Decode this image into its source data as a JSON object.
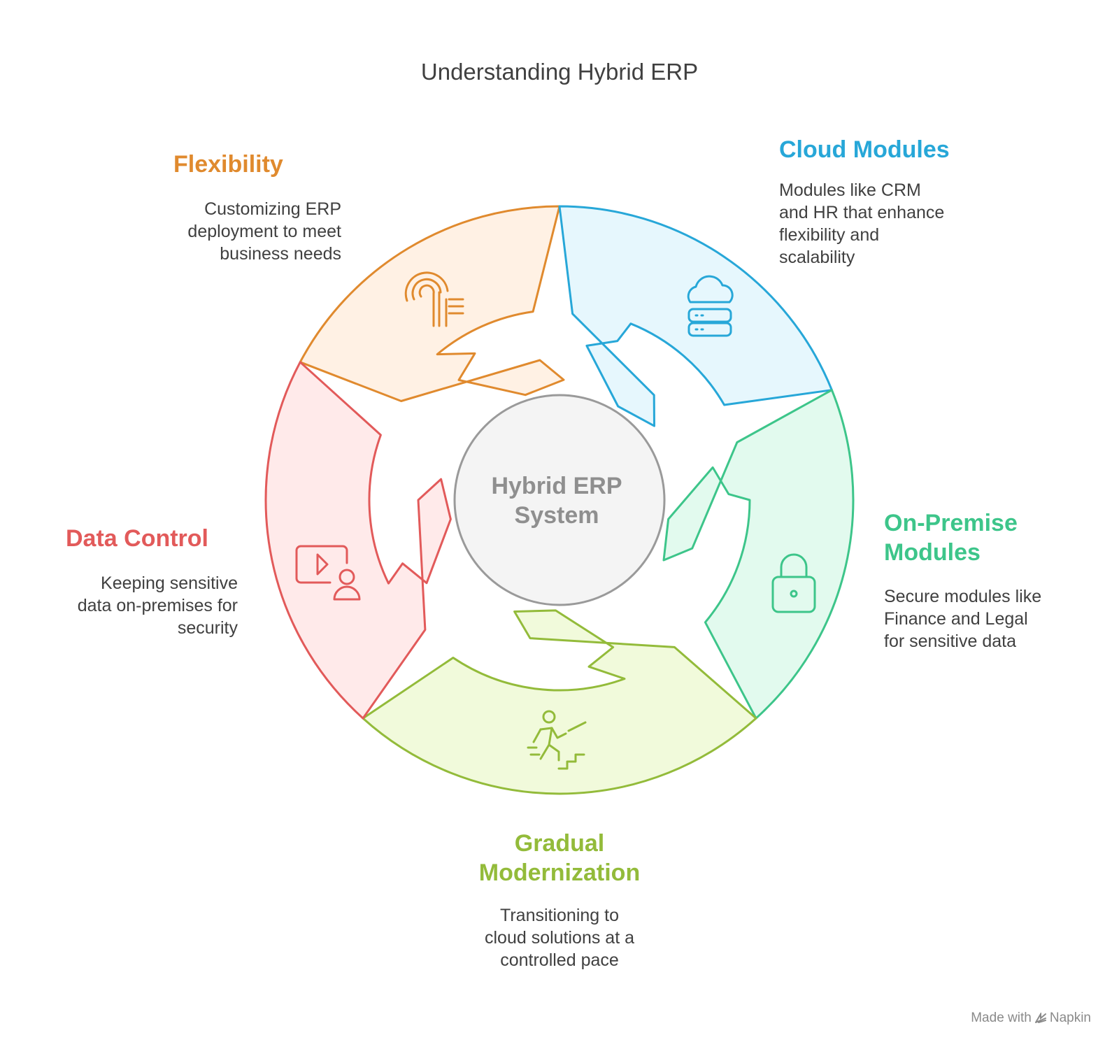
{
  "title": "Understanding Hybrid ERP",
  "center": {
    "line1": "Hybrid ERP",
    "line2": "System"
  },
  "segments": {
    "flexibility": {
      "title": "Flexibility",
      "desc": [
        "Customizing ERP",
        "deployment to meet",
        "business needs"
      ],
      "icon": "fingerprint-icon",
      "color": "#E08A2E",
      "fill": "#FFF1E4"
    },
    "cloud": {
      "title": "Cloud Modules",
      "desc": [
        "Modules like CRM",
        "and HR that enhance",
        "flexibility and",
        "scalability"
      ],
      "icon": "cloud-server-icon",
      "color": "#27A7D8",
      "fill": "#E6F7FD"
    },
    "onpremise": {
      "title": [
        "On-Premise",
        "Modules"
      ],
      "desc": [
        "Secure modules like",
        "Finance and Legal",
        "for sensitive data"
      ],
      "icon": "lock-icon",
      "color": "#3DC58A",
      "fill": "#E2FAEE"
    },
    "gradual": {
      "title": [
        "Gradual",
        "Modernization"
      ],
      "desc": [
        "Transitioning to",
        "cloud solutions at a",
        "controlled pace"
      ],
      "icon": "person-climbing-stairs-icon",
      "color": "#93BB3A",
      "fill": "#F1FADB"
    },
    "datacontrol": {
      "title": "Data Control",
      "desc": [
        "Keeping sensitive",
        "data on-premises for",
        "security"
      ],
      "icon": "video-user-icon",
      "color": "#E25A5A",
      "fill": "#FFEAEA"
    }
  },
  "center_colors": {
    "stroke": "#9A9A9A",
    "fill": "#F4F4F4",
    "text": "#8F8F8F"
  },
  "watermark": {
    "prefix": "Made with",
    "brand": "Napkin"
  }
}
